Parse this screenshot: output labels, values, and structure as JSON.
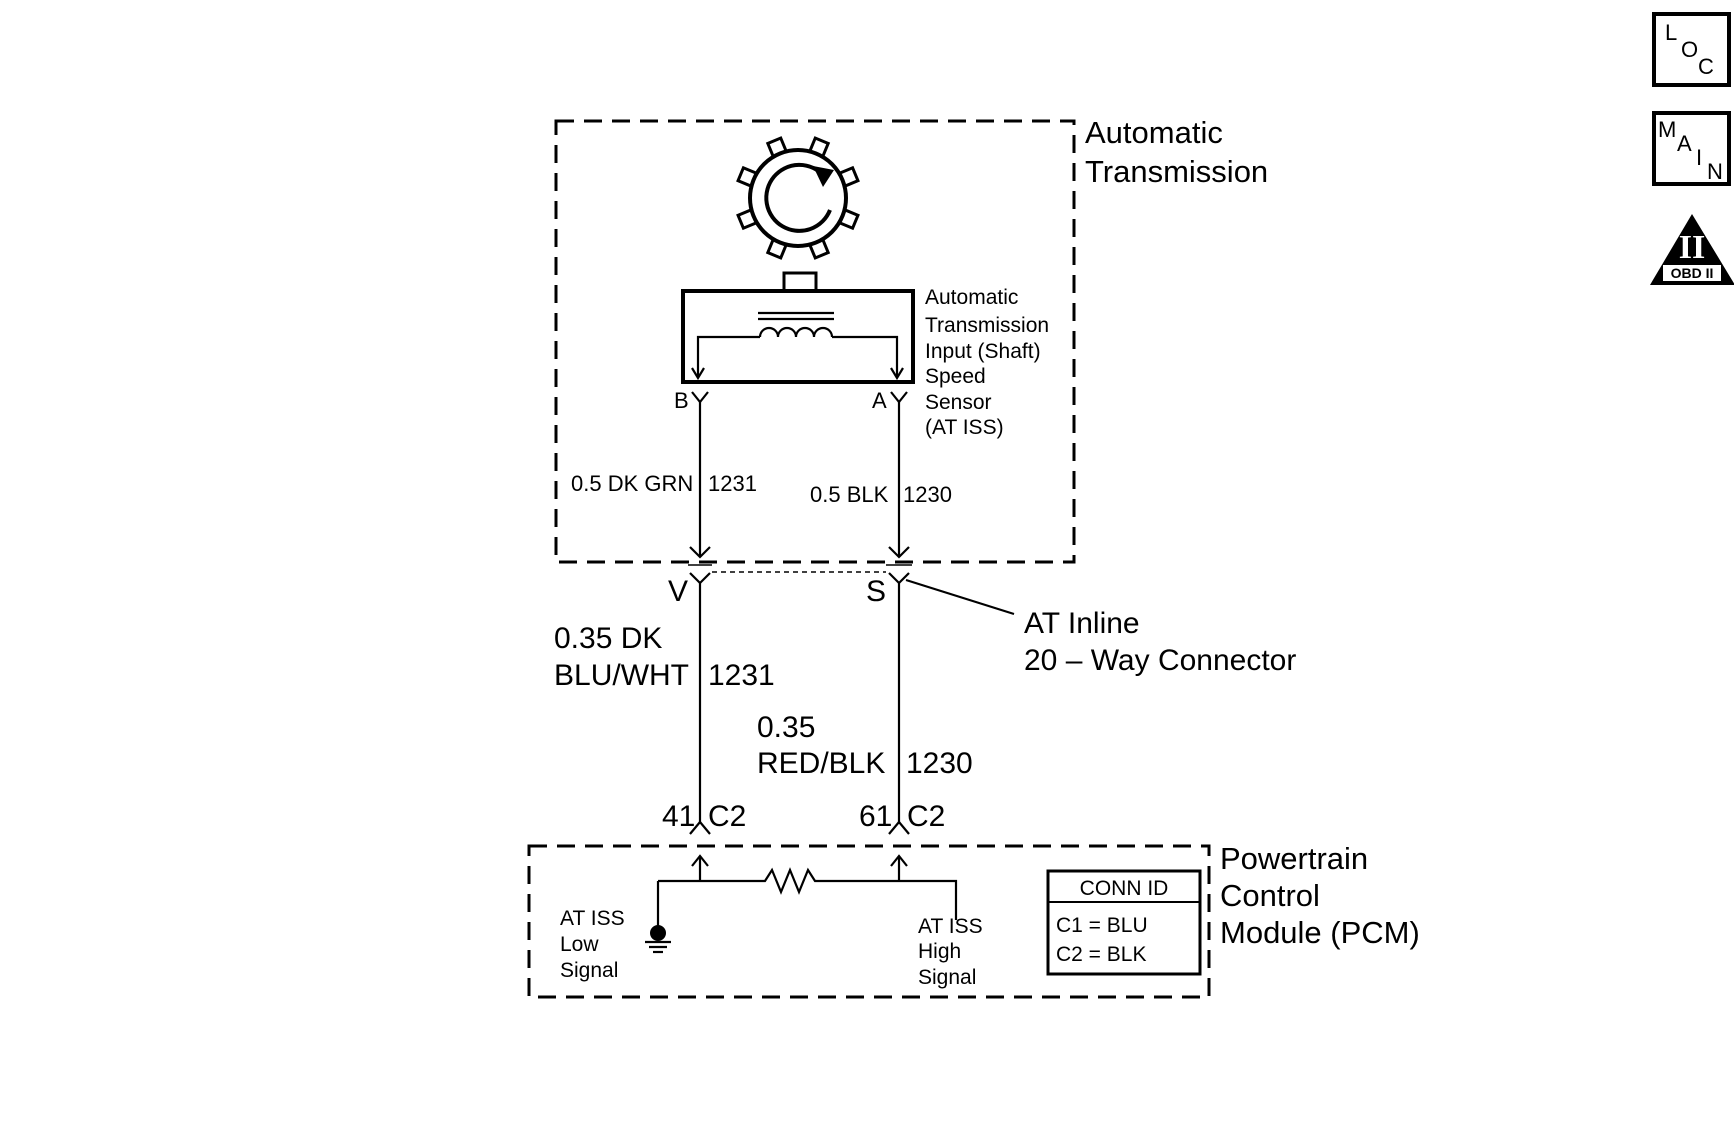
{
  "transmission": {
    "title_line1": "Automatic",
    "title_line2": "Transmission"
  },
  "sensor": {
    "label_lines": [
      "Automatic",
      "Transmission",
      "Input (Shaft)",
      "Speed",
      "Sensor",
      "(AT ISS)"
    ],
    "pin_b": "B",
    "pin_a": "A"
  },
  "wires_upper": {
    "left_label": "0.5 DK GRN",
    "left_circuit": "1231",
    "right_label": "0.5 BLK",
    "right_circuit": "1230"
  },
  "inline_connector": {
    "pin_left": "V",
    "pin_right": "S",
    "label_line1": "AT Inline",
    "label_line2": "20 – Way Connector"
  },
  "wires_lower": {
    "left_label_line1": "0.35 DK",
    "left_label_line2": "BLU/WHT",
    "left_circuit": "1231",
    "right_label_line1": "0.35",
    "right_label_line2": "RED/BLK",
    "right_circuit": "1230"
  },
  "pcm_connector": {
    "left_pin": "41",
    "left_conn": "C2",
    "right_pin": "61",
    "right_conn": "C2"
  },
  "pcm": {
    "title_line1": "Powertrain",
    "title_line2": "Control",
    "title_line3": "Module (PCM)",
    "low_signal_lines": [
      "AT ISS",
      "Low",
      "Signal"
    ],
    "high_signal_lines": [
      "AT ISS",
      "High",
      "Signal"
    ]
  },
  "conn_id": {
    "header": "CONN ID",
    "row1": "C1 = BLU",
    "row2": "C2 = BLK"
  },
  "side_icons": {
    "loc": [
      "L",
      "O",
      "C"
    ],
    "main": [
      "M",
      "A",
      "I",
      "N"
    ],
    "obd_symbol": "II",
    "obd_label": "OBD II"
  }
}
